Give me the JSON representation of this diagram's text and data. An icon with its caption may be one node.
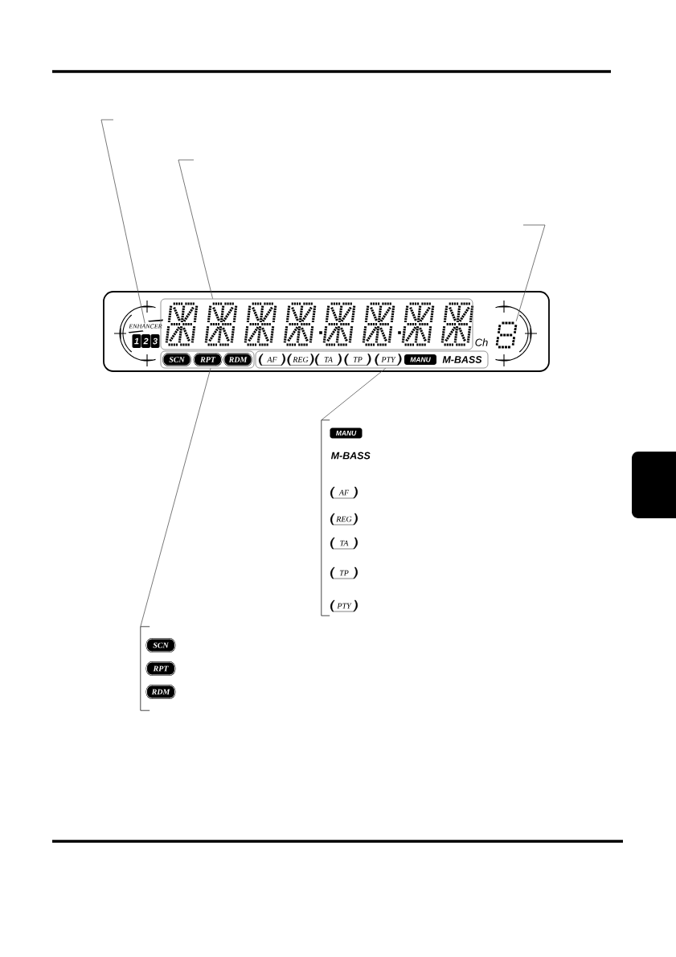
{
  "diagram": {
    "nodes": [
      {
        "text": [],
        "shape": "box"
      },
      {
        "text": [
          "ENHANCER"
        ],
        "in": 0
      },
      {
        "text": [
          "1"
        ],
        "in": 0
      },
      {
        "text": [
          "2"
        ],
        "in": 0
      },
      {
        "text": [
          "3"
        ],
        "in": 0
      },
      {
        "text": [],
        "shape": "box",
        "in": 0
      },
      {
        "text": [],
        "shape": "picture",
        "in": 0
      },
      {
        "text": [],
        "shape": "box",
        "in": 0
      },
      {
        "text": [
          "SCN"
        ],
        "in": 7
      },
      {
        "text": [
          "RPT"
        ],
        "in": 7
      },
      {
        "text": [
          "RDM"
        ],
        "in": 7
      },
      {
        "text": [],
        "shape": "box",
        "in": 0
      },
      {
        "text": [
          "AF"
        ],
        "in": 11
      },
      {
        "text": [
          "REG"
        ],
        "in": 11
      },
      {
        "text": [
          "TA"
        ],
        "in": 11
      },
      {
        "text": [
          "TP"
        ],
        "in": 11
      },
      {
        "text": [
          "PTY"
        ],
        "in": 11
      },
      {
        "text": [
          "MANU"
        ],
        "in": 11
      },
      {
        "text": [],
        "shape": "bracket"
      },
      {
        "text": [
          "MANU"
        ]
      },
      {
        "text": [
          "AF"
        ]
      },
      {
        "text": [
          "REG"
        ]
      },
      {
        "text": [
          "TA"
        ]
      },
      {
        "text": [
          "TP"
        ]
      },
      {
        "text": [
          "PTY"
        ]
      },
      {
        "text": [],
        "shape": "bracket"
      },
      {
        "text": [
          "SCN"
        ]
      },
      {
        "text": [
          "RPT"
        ]
      },
      {
        "text": [
          "RDM"
        ]
      },
      {
        "text": [],
        "shape": "tab"
      }
    ],
    "edges": [
      {
        "from": null,
        "to": 1,
        "arrow": "none"
      },
      {
        "from": null,
        "to": 5,
        "arrow": "none"
      },
      {
        "from": null,
        "to": 6,
        "arrow": "none"
      },
      {
        "from": 25,
        "to": 7,
        "arrow": "none"
      },
      {
        "from": 18,
        "to": 11,
        "arrow": "none"
      }
    ],
    "labels": [
      "Ch",
      "M-BASS",
      "M-BASS"
    ]
  }
}
